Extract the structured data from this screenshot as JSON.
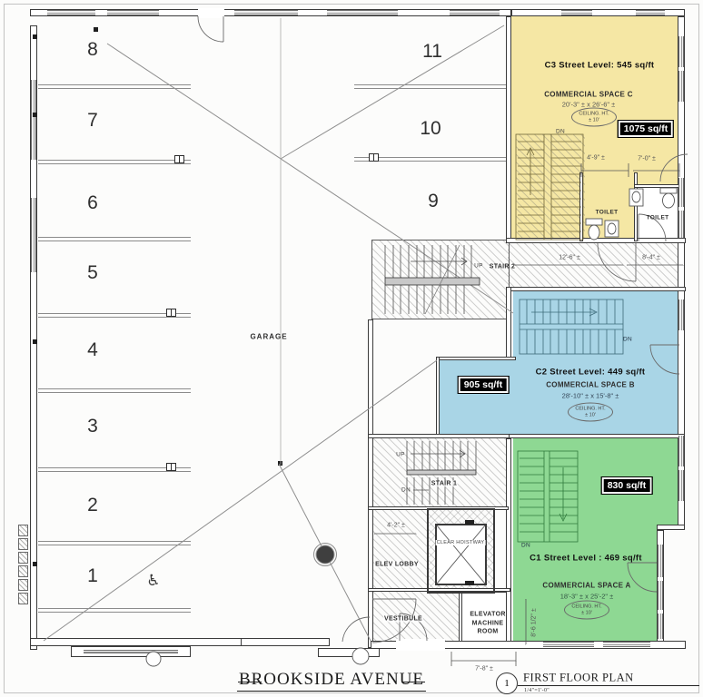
{
  "street": {
    "label": "BROOKSIDE AVENUE"
  },
  "titleblock": {
    "number": "1",
    "title": "FIRST FLOOR PLAN",
    "scale": "1/4\"=1'-0\""
  },
  "garage": {
    "label": "GARAGE",
    "accessible_icon": "♿",
    "left": [
      "8",
      "7",
      "6",
      "5",
      "4",
      "3",
      "2",
      "1"
    ],
    "right": [
      "11",
      "10",
      "9"
    ]
  },
  "c3": {
    "title": "C3 Street Level: 545 sq/ft",
    "name": "COMMERCIAL SPACE C",
    "dims": "20'-3\" ± x 26'-6\" ±",
    "badge": "1075 sq/ft",
    "fill": "#f5e7a4"
  },
  "c2": {
    "title": "C2 Street Level: 449 sq/ft",
    "name": "COMMERCIAL SPACE B",
    "dims": "28'-10\" ± x 15'-8\" ±",
    "badge": "905 sq/ft",
    "fill": "#a9d5e6"
  },
  "c1": {
    "title": "C1 Street Level : 469 sq/ft",
    "name": "COMMERCIAL SPACE A",
    "dims": "18'-3\" ± x 25'-2\" ±",
    "badge": "830 sq/ft",
    "fill": "#8ed893"
  },
  "ceiling": {
    "line1": "CEILING. HT.",
    "line2": "± 10'"
  },
  "rooms": {
    "stair1": "STAIR 1",
    "stair2": "STAIR 2",
    "elev_lobby": "ELEV LOBBY",
    "hoistway": "CLEAR HOISTWAY",
    "vestibule": "VESTIBULE",
    "machine1": "ELEVATOR",
    "machine2": "MACHINE",
    "machine3": "ROOM",
    "toilet": "TOILET"
  },
  "labels": {
    "up": "UP",
    "dn": "DN"
  },
  "dims": {
    "d49": "4'-9\" ±",
    "d70": "7'-0\" ±",
    "d126": "12'-6\" ±",
    "d84": "8'-4\" ±",
    "d42": "4'-2\" ±",
    "d78": "7'-8\" ±",
    "d86": "8'-6 1/2\" ±"
  }
}
